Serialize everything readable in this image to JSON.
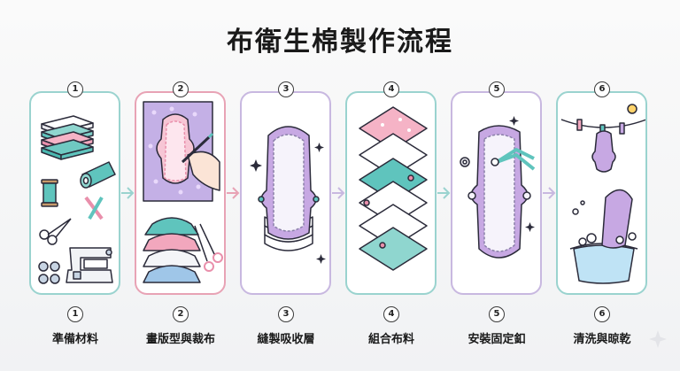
{
  "title": "布衛生棉製作流程",
  "steps": [
    {
      "number": "1",
      "label": "準備材料",
      "color": "#9ad3cf"
    },
    {
      "number": "2",
      "label": "畫版型與裁布",
      "color": "#e8a3b5"
    },
    {
      "number": "3",
      "label": "縫製吸收層",
      "color": "#c8b8e0"
    },
    {
      "number": "4",
      "label": "組合布料",
      "color": "#9ad3cf"
    },
    {
      "number": "5",
      "label": "安裝固定釦",
      "color": "#c8b8e0"
    },
    {
      "number": "6",
      "label": "清洗與晾乾",
      "color": "#9ad3cf"
    }
  ],
  "colors": {
    "teal": "#5fc4bd",
    "pink": "#f2a7bd",
    "lavender": "#b9a3dd",
    "outline": "#2b2b3a"
  },
  "icons": [
    "fabric-stack-icon",
    "pattern-drawing-icon",
    "absorbent-layer-icon",
    "layered-fabric-icon",
    "snap-button-icon",
    "washing-drying-icon"
  ]
}
